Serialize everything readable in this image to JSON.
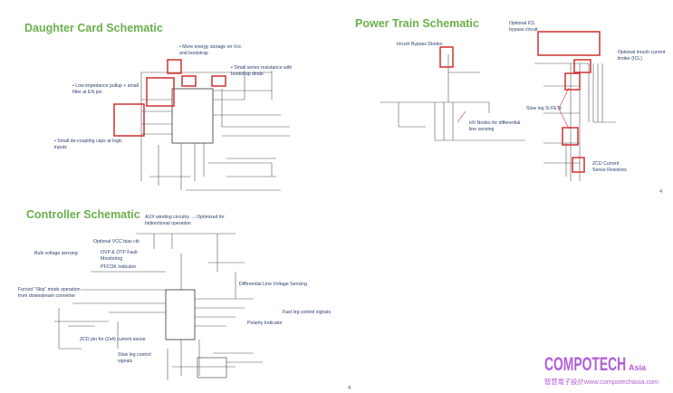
{
  "daughter_card": {
    "title": "Daughter Card Schematic",
    "notes": [
      "More energy storage on Vcc and bootstrap",
      "Small series resistance with bootstrap diode",
      "Low impedance pullup + small filter at EN pin",
      "Small de-coupling caps at logic inputs"
    ]
  },
  "power_train": {
    "title": "Power Train Schematic",
    "notes": [
      "Inrush Bypass Diodes",
      "Optional ICL bypass circuit",
      "Optional inrush current limiter (ICL)",
      "Slow leg Si FETs",
      "HV Nodes for differential line sensing",
      "ZCD Current Sense Resistors"
    ],
    "page_number": "4"
  },
  "controller": {
    "title": "Controller Schematic",
    "notes": [
      "AUX winding circuitry → Optimized for bidirectional operation",
      "Optional VCC bias ckt",
      "Bulk voltage sensing",
      "OVP & OTP Fault Monitoring",
      "PFCOK Indicator",
      "Differential Line Voltage Sensing",
      "Forced “Skip” mode operation from downstream converter",
      "Fast leg control signals",
      "Polarity Indicator",
      "ZCD pin for (2x4) current sense",
      "Slow leg control signals"
    ]
  },
  "footer_page": "4",
  "logo": {
    "name": "COMPOTECH",
    "suffix": "Asia",
    "tagline": "智慧電子設計www.compotechasia.com",
    "color": "#b25fd8"
  },
  "colors": {
    "title": "#6ab04c",
    "highlight": "#d03030",
    "note": "#2c3e6e"
  }
}
